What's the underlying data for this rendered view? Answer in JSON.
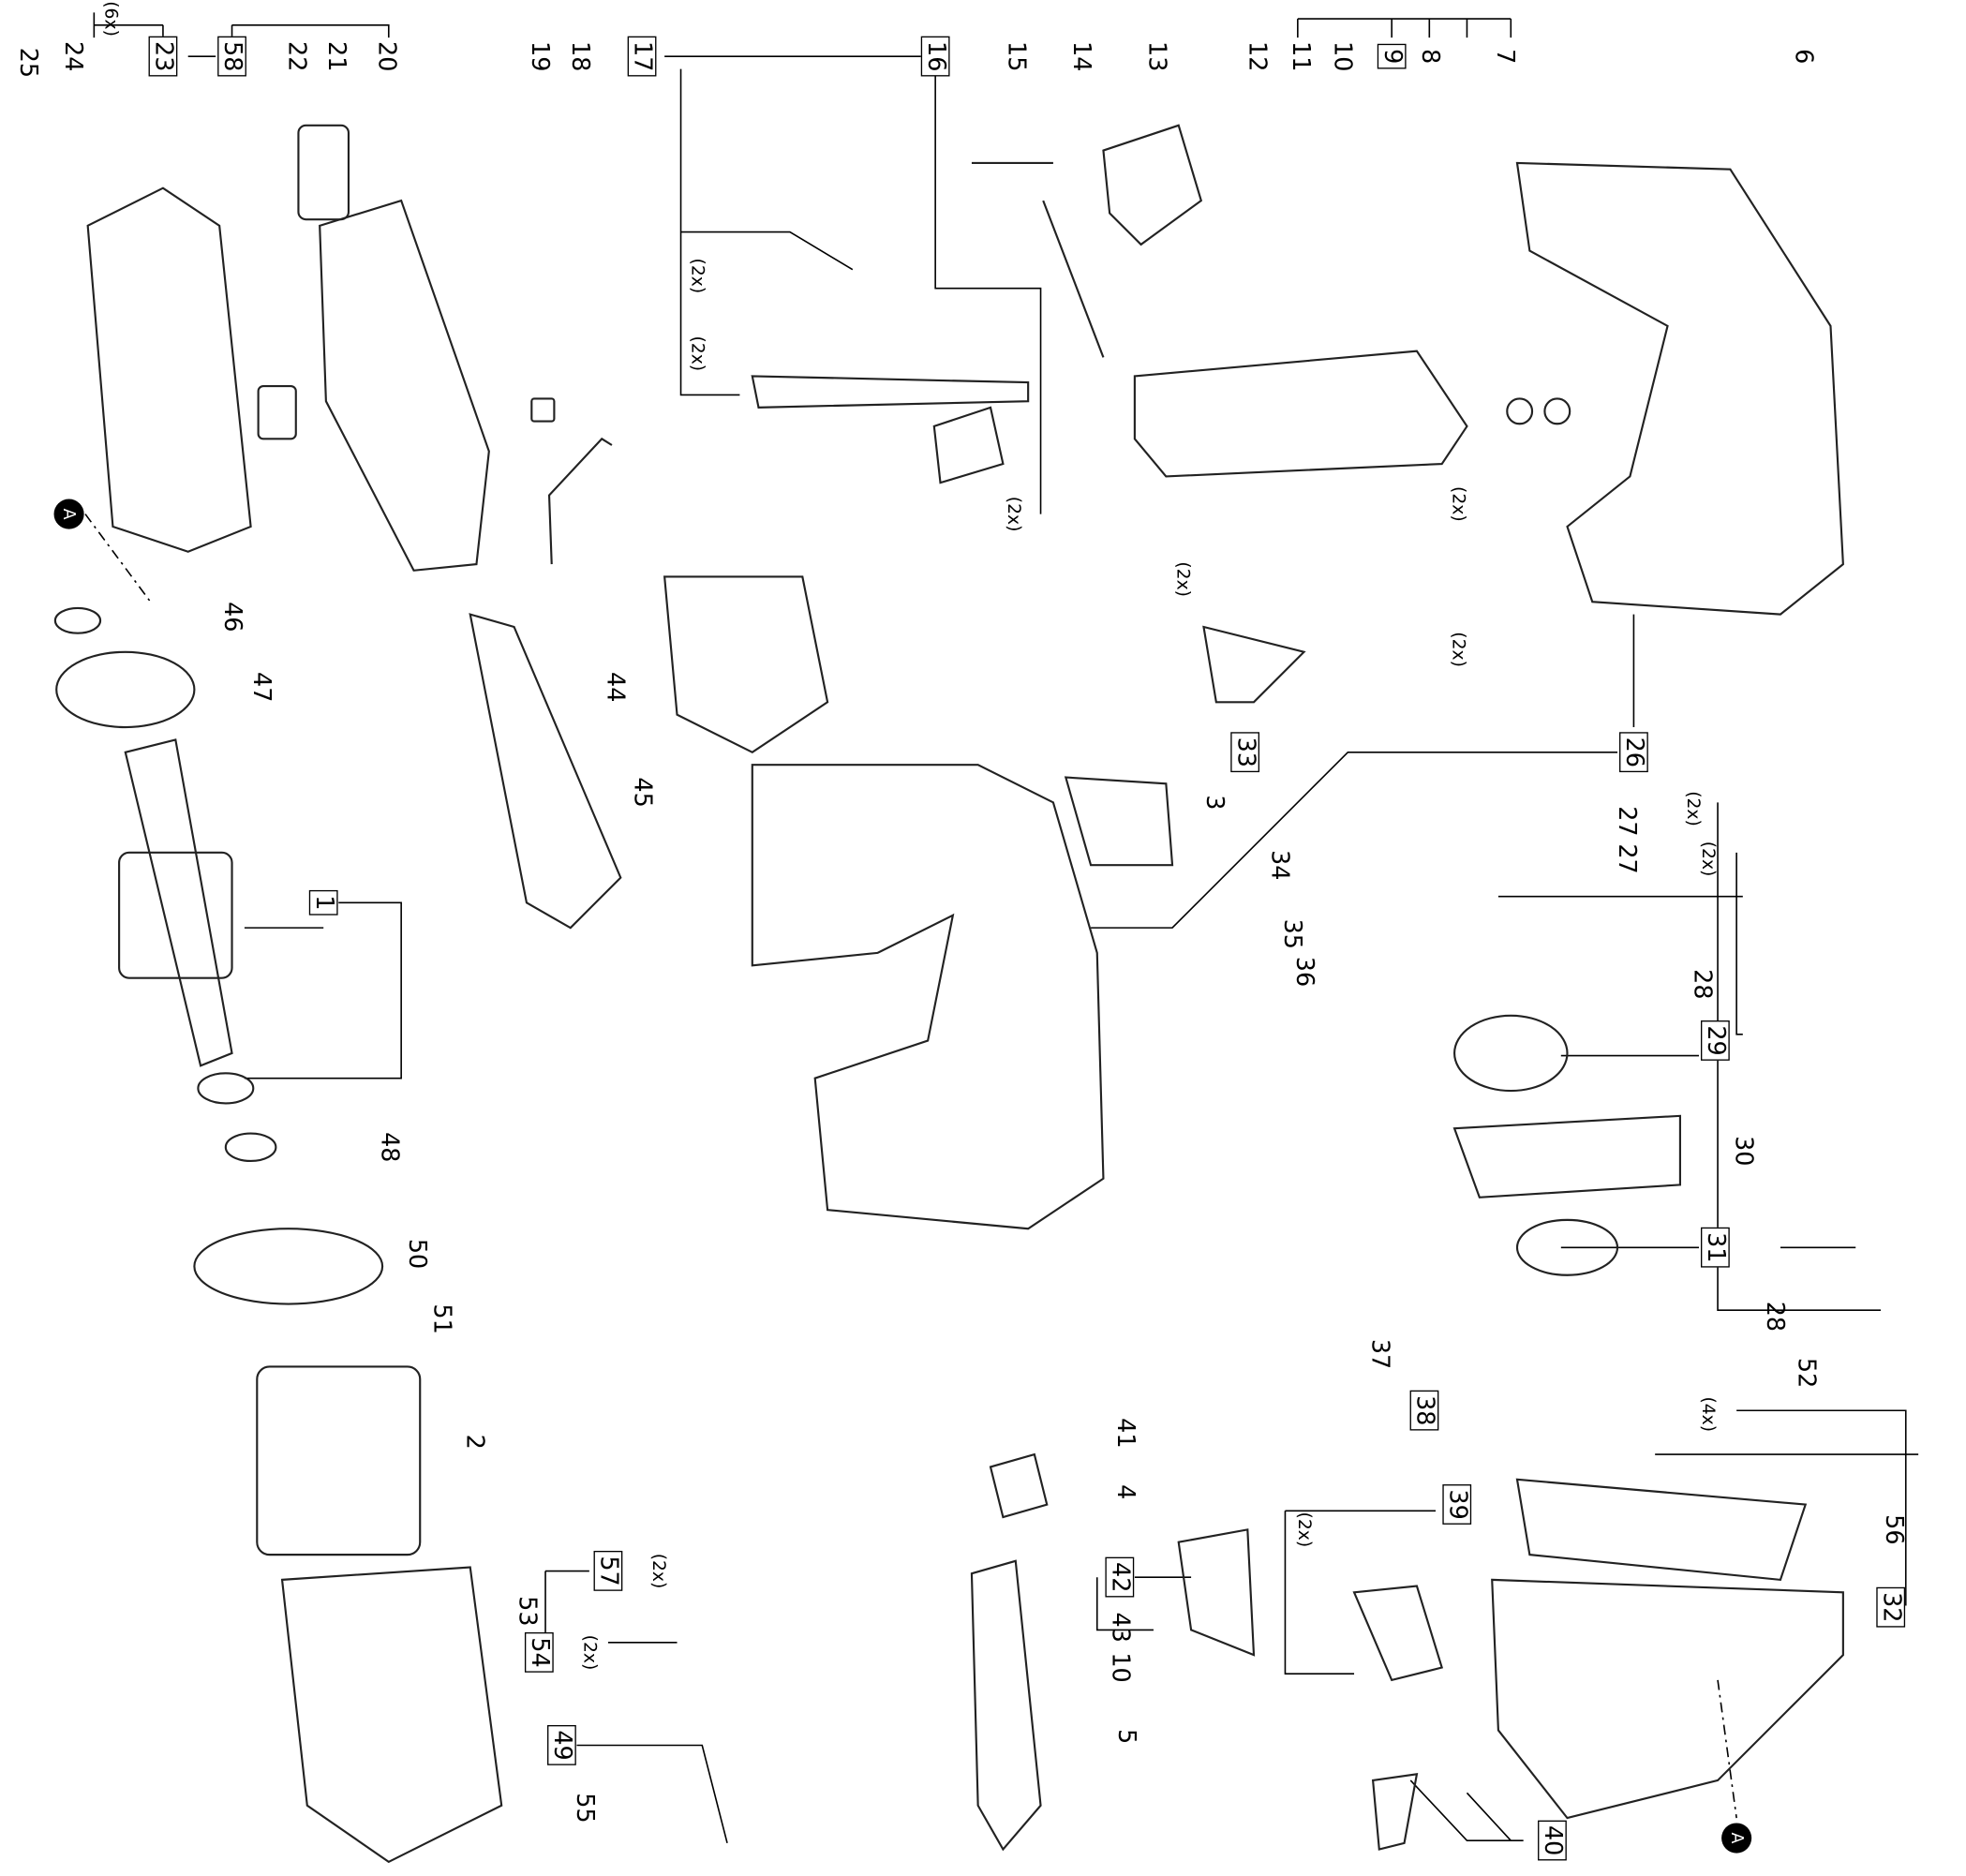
{
  "diagram_title": "",
  "labels": [
    {
      "text": "25",
      "boxed": false
    },
    {
      "text": "24",
      "boxed": false
    },
    {
      "text": "(6x)",
      "boxed": false,
      "note": true
    },
    {
      "text": "23",
      "boxed": true
    },
    {
      "text": "58",
      "boxed": true
    },
    {
      "text": "22",
      "boxed": false
    },
    {
      "text": "21",
      "boxed": false
    },
    {
      "text": "20",
      "boxed": false
    },
    {
      "text": "19",
      "boxed": false
    },
    {
      "text": "18",
      "boxed": false
    },
    {
      "text": "17",
      "boxed": true
    },
    {
      "text": "16",
      "boxed": true
    },
    {
      "text": "15",
      "boxed": false
    },
    {
      "text": "14",
      "boxed": false
    },
    {
      "text": "13",
      "boxed": false
    },
    {
      "text": "12",
      "boxed": false
    },
    {
      "text": "11",
      "boxed": false
    },
    {
      "text": "10",
      "boxed": false
    },
    {
      "text": "9",
      "boxed": true
    },
    {
      "text": "8",
      "boxed": false
    },
    {
      "text": "7",
      "boxed": false
    },
    {
      "text": "6",
      "boxed": false
    },
    {
      "text": "46",
      "boxed": false
    },
    {
      "text": "47",
      "boxed": false
    },
    {
      "text": "44",
      "boxed": false
    },
    {
      "text": "45",
      "boxed": false
    },
    {
      "text": "33",
      "boxed": true
    },
    {
      "text": "26",
      "boxed": true
    },
    {
      "text": "3",
      "boxed": false
    },
    {
      "text": "34",
      "boxed": false
    },
    {
      "text": "27",
      "boxed": false
    },
    {
      "text": "27",
      "boxed": false
    },
    {
      "text": "(2x)",
      "boxed": false,
      "note": true
    },
    {
      "text": "(2x)",
      "boxed": false,
      "note": true
    },
    {
      "text": "35",
      "boxed": false
    },
    {
      "text": "36",
      "boxed": false
    },
    {
      "text": "28",
      "boxed": false
    },
    {
      "text": "29",
      "boxed": true
    },
    {
      "text": "1",
      "boxed": true
    },
    {
      "text": "30",
      "boxed": false
    },
    {
      "text": "31",
      "boxed": true
    },
    {
      "text": "28",
      "boxed": false
    },
    {
      "text": "37",
      "boxed": false
    },
    {
      "text": "52",
      "boxed": false
    },
    {
      "text": "(4x)",
      "boxed": false,
      "note": true
    },
    {
      "text": "38",
      "boxed": true
    },
    {
      "text": "41",
      "boxed": false
    },
    {
      "text": "4",
      "boxed": false
    },
    {
      "text": "39",
      "boxed": true
    },
    {
      "text": "56",
      "boxed": false
    },
    {
      "text": "32",
      "boxed": true
    },
    {
      "text": "2",
      "boxed": false
    },
    {
      "text": "53",
      "boxed": false
    },
    {
      "text": "57",
      "boxed": true
    },
    {
      "text": "54",
      "boxed": true
    },
    {
      "text": "(2x)",
      "boxed": false,
      "note": true
    },
    {
      "text": "(2x)",
      "boxed": false,
      "note": true
    },
    {
      "text": "42",
      "boxed": true
    },
    {
      "text": "43",
      "boxed": false
    },
    {
      "text": "10",
      "boxed": false
    },
    {
      "text": "5",
      "boxed": false
    },
    {
      "text": "49",
      "boxed": true
    },
    {
      "text": "55",
      "boxed": false
    },
    {
      "text": "40",
      "boxed": true
    },
    {
      "text": "50",
      "boxed": false
    },
    {
      "text": "51",
      "boxed": false
    },
    {
      "text": "48",
      "boxed": false
    },
    {
      "text": "(2x)",
      "boxed": false,
      "note": true
    },
    {
      "text": "(2x)",
      "boxed": false,
      "note": true
    },
    {
      "text": "(2x)",
      "boxed": false,
      "note": true
    },
    {
      "text": "(2x)",
      "boxed": false,
      "note": true
    },
    {
      "text": "(2x)",
      "boxed": false,
      "note": true
    },
    {
      "text": "(2x)",
      "boxed": false,
      "note": true
    },
    {
      "text": "(2x)",
      "boxed": false,
      "note": true
    }
  ],
  "markers": [
    {
      "text": "A"
    },
    {
      "text": "A"
    }
  ]
}
